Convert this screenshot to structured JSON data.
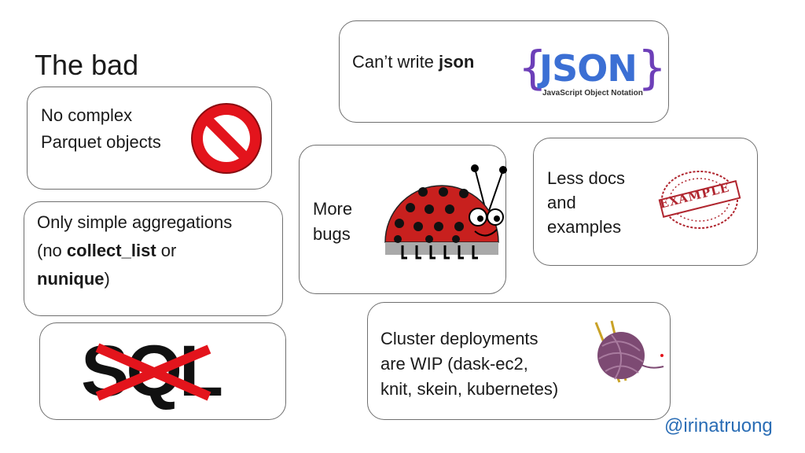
{
  "title": "The bad",
  "handle": "@irinatruong",
  "cards": {
    "parquet": {
      "lines": [
        "No complex",
        "Parquet objects"
      ]
    },
    "aggregations": {
      "line1": "Only simple aggregations",
      "line2_pre": "(no ",
      "line2_bold": "collect_list",
      "line2_post": " or",
      "line3_bold": "nunique",
      "line3_post": ")"
    },
    "sql": {
      "text": "SQL"
    },
    "json": {
      "pre": "Can’t write ",
      "bold": "json",
      "logo_word": "JSON",
      "logo_sub": "JavaScript Object Notation"
    },
    "bugs": {
      "lines": [
        "More",
        "bugs"
      ]
    },
    "docs": {
      "lines": [
        "Less docs",
        "and",
        "examples"
      ],
      "stamp": "EXAMPLE"
    },
    "cluster": {
      "lines": [
        "Cluster deployments",
        "are WIP (dask-ec2,",
        "knit, skein, kubernetes)"
      ]
    }
  },
  "icons": {
    "prohibited": "prohibited-sign-icon",
    "ladybug": "ladybug-icon",
    "yarn": "yarn-ball-icon",
    "json_logo": "json-logo-icon",
    "stamp": "example-stamp-icon"
  },
  "colors": {
    "handle": "#2a6db5",
    "prohibit": "#e3141c",
    "ladybug": "#c8201e",
    "strike": "#e3141c"
  }
}
